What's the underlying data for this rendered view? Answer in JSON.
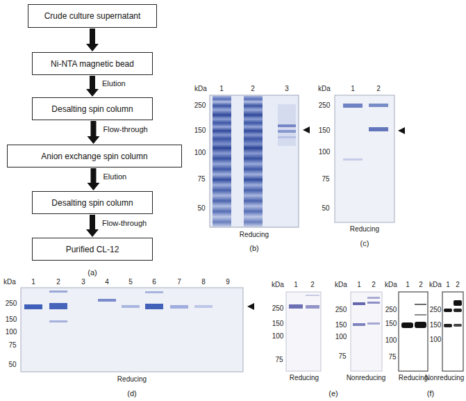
{
  "diagram": {
    "nodes": [
      {
        "text": [
          "Crude culture supernatant"
        ]
      },
      {
        "text": [
          "Ni-NTA magnetic bead"
        ]
      },
      {
        "text": [
          "Desalting spin column"
        ]
      },
      {
        "text": [
          "Anion exchange spin column"
        ]
      },
      {
        "text": [
          "Desalting spin column"
        ]
      },
      {
        "text": [
          "Purified CL-12"
        ]
      }
    ],
    "edges": [
      {
        "from": 0,
        "to": 1,
        "arrow": "to"
      },
      {
        "from": 1,
        "to": 2,
        "arrow": "to",
        "label": "Elution"
      },
      {
        "from": 2,
        "to": 3,
        "arrow": "to",
        "label": "Flow-through"
      },
      {
        "from": 3,
        "to": 4,
        "arrow": "to",
        "label": "Elution"
      },
      {
        "from": 4,
        "to": 5,
        "arrow": "to",
        "label": "Flow-through"
      }
    ],
    "labels": [
      "kDa",
      "1",
      "2",
      "3",
      "250",
      "150",
      "100",
      "75",
      "50",
      "Reducing",
      "(b)",
      "kDa",
      "1",
      "2",
      "250",
      "150",
      "100",
      "75",
      "50",
      "Reducing",
      "(c)",
      "kDa",
      "1",
      "2",
      "3",
      "4",
      "5",
      "6",
      "7",
      "8",
      "9",
      "250",
      "150",
      "100",
      "75",
      "50",
      "Reducing",
      "(d)",
      "kDa",
      "1",
      "2",
      "250",
      "150",
      "100",
      "75",
      "Reducing",
      "kDa",
      "1",
      "2",
      "250",
      "150",
      "100",
      "75",
      "Nonreducing",
      "(e)",
      "kDa",
      "1",
      "2",
      "250",
      "150",
      "100",
      "75",
      "Reducing",
      "kDa",
      "1",
      "2",
      "250",
      "150",
      "100",
      "Nonreducing",
      "(f)",
      "(a)"
    ]
  }
}
